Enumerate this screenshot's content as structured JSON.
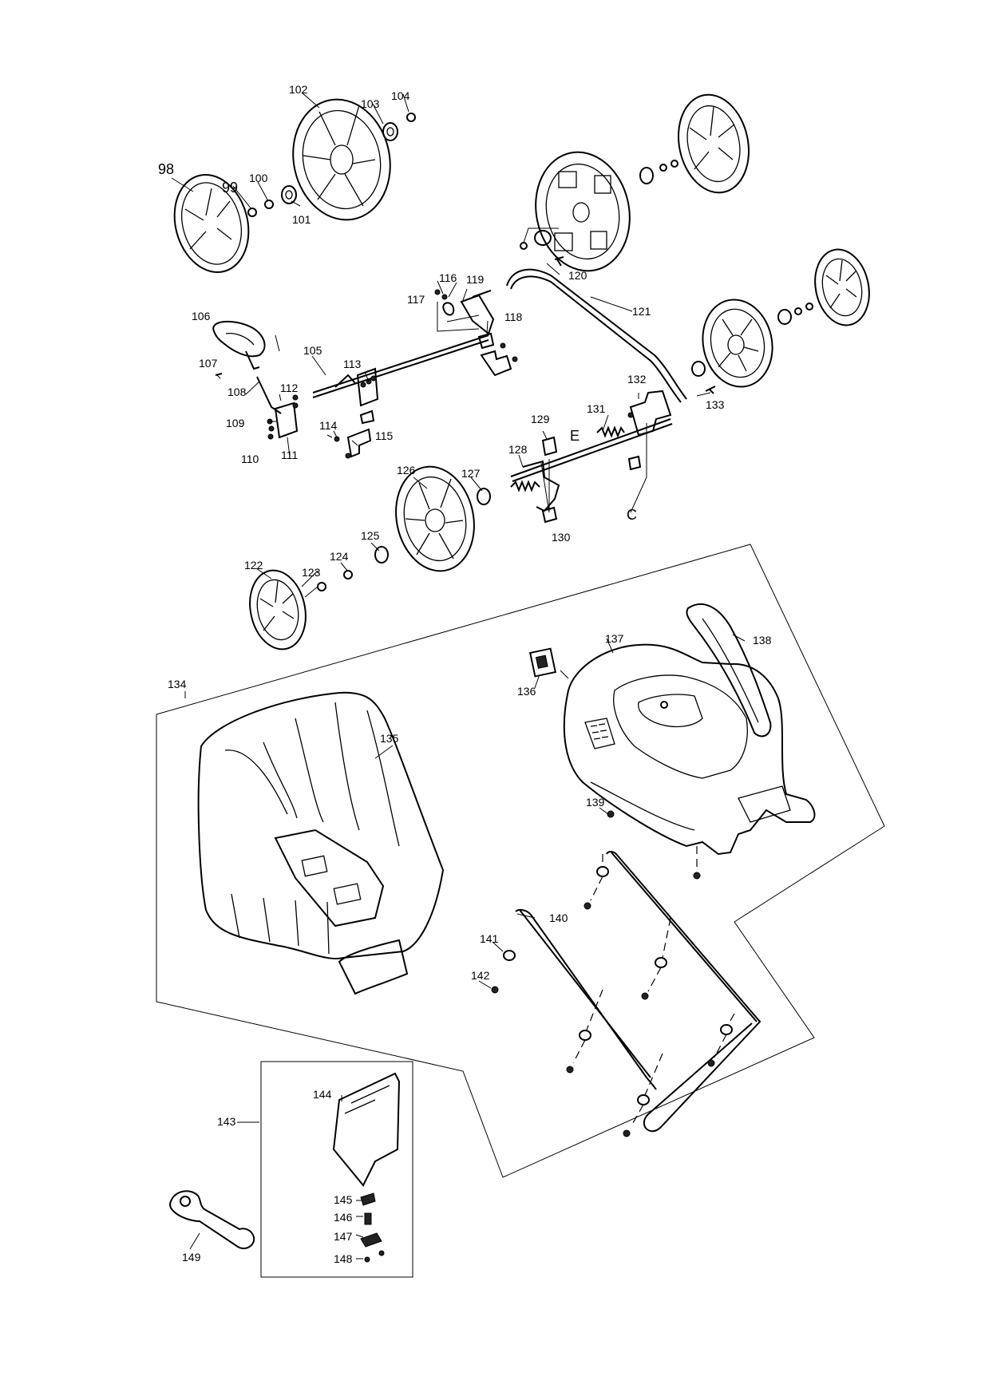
{
  "part_labels": [
    "98",
    "99",
    "100",
    "101",
    "102",
    "103",
    "104",
    "105",
    "106",
    "107",
    "108",
    "109",
    "110",
    "111",
    "112",
    "113",
    "114",
    "115",
    "116",
    "117",
    "118",
    "119",
    "120",
    "121",
    "122",
    "123",
    "124",
    "125",
    "126",
    "127",
    "128",
    "129",
    "130",
    "131",
    "132",
    "133",
    "134",
    "135",
    "136",
    "137",
    "138",
    "139",
    "140",
    "141",
    "142",
    "143",
    "144",
    "145",
    "146",
    "147",
    "148",
    "149"
  ],
  "letter_labels": [
    "E",
    "C"
  ]
}
